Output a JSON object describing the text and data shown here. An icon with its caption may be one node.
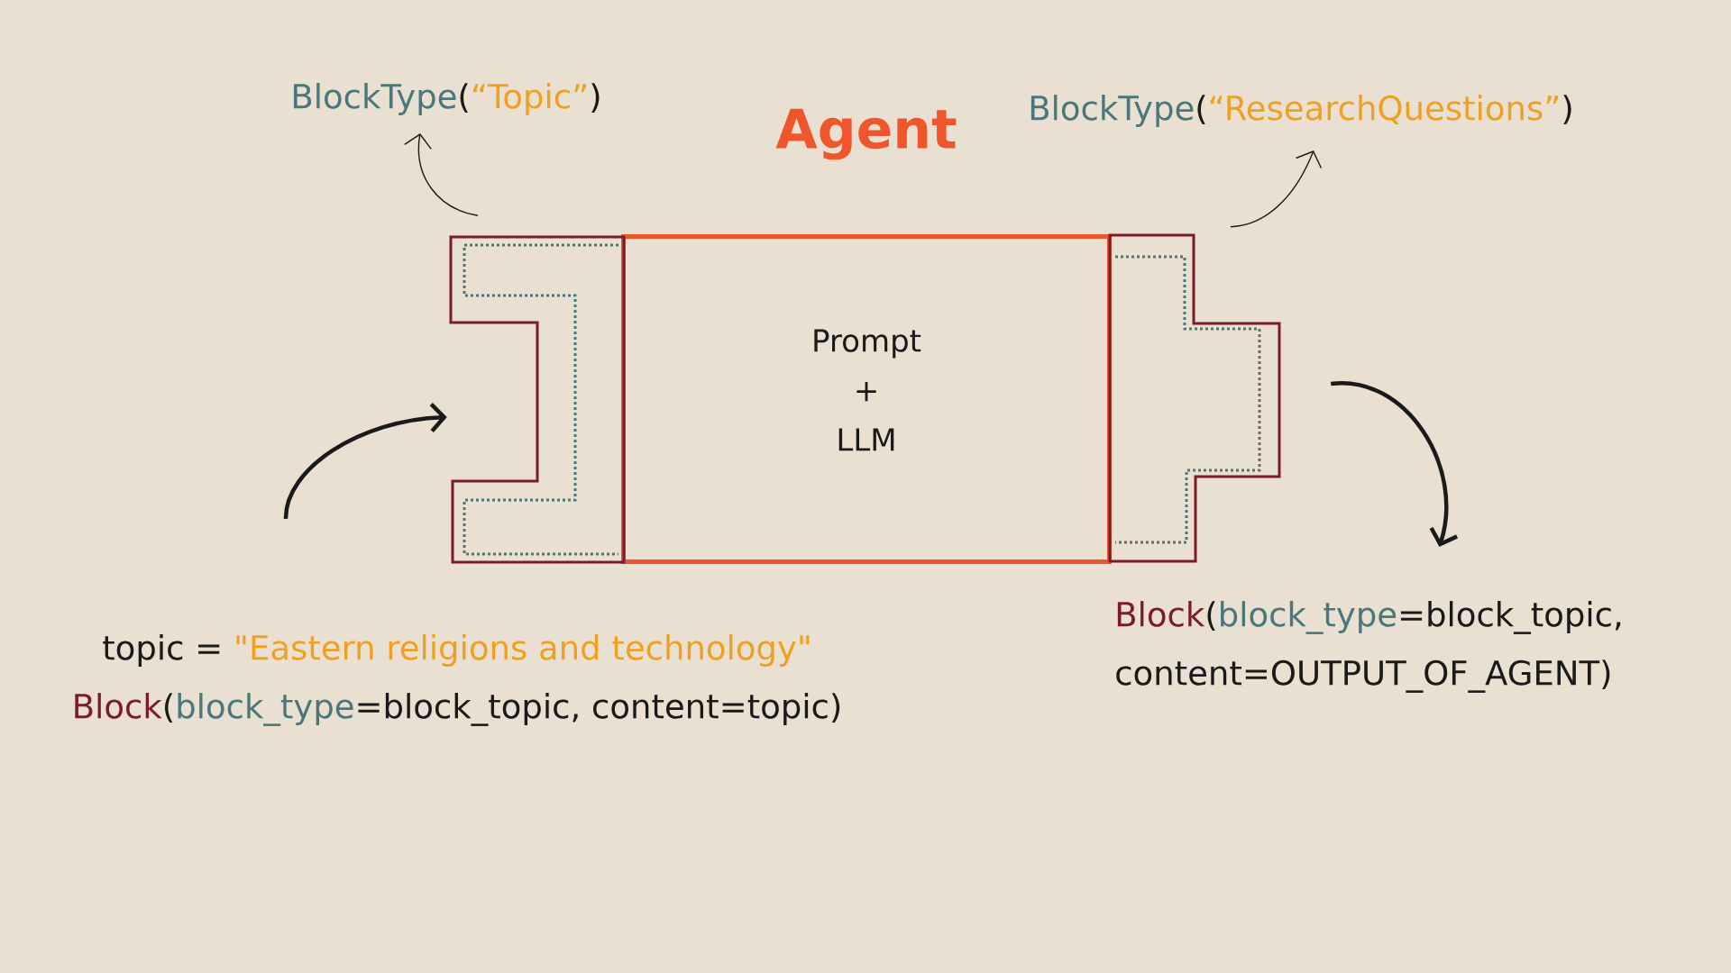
{
  "diagram": {
    "nodes": [
      {
        "text": [
          "BlockType",
          "(",
          "“Topic”",
          ")"
        ]
      },
      {
        "text": [
          "Agent",
          "Prompt + LLM"
        ]
      },
      {
        "text": [
          "BlockType",
          "(",
          "“ResearchQuestions”",
          ")"
        ]
      },
      {
        "text": [],
        "shape": "box"
      },
      {
        "text": [],
        "shape": "box"
      },
      {
        "text": [
          "topic =",
          "\"Eastern religions and technology\"",
          "Block",
          "(",
          "block_type",
          "=block_topic, content=topic)"
        ]
      },
      {
        "text": [
          "Block",
          "(",
          "block_type",
          "=block_topic,",
          "content=OUTPUT_OF_AGENT)"
        ]
      }
    ],
    "edges": [
      {
        "from": 5,
        "to": 3,
        "arrow": "to",
        "style": "thick"
      },
      {
        "from": 3,
        "to": 0,
        "arrow": "to"
      },
      {
        "from": 4,
        "to": 2,
        "arrow": "to"
      },
      {
        "from": 4,
        "to": 6,
        "arrow": "to",
        "style": "thick"
      }
    ]
  }
}
